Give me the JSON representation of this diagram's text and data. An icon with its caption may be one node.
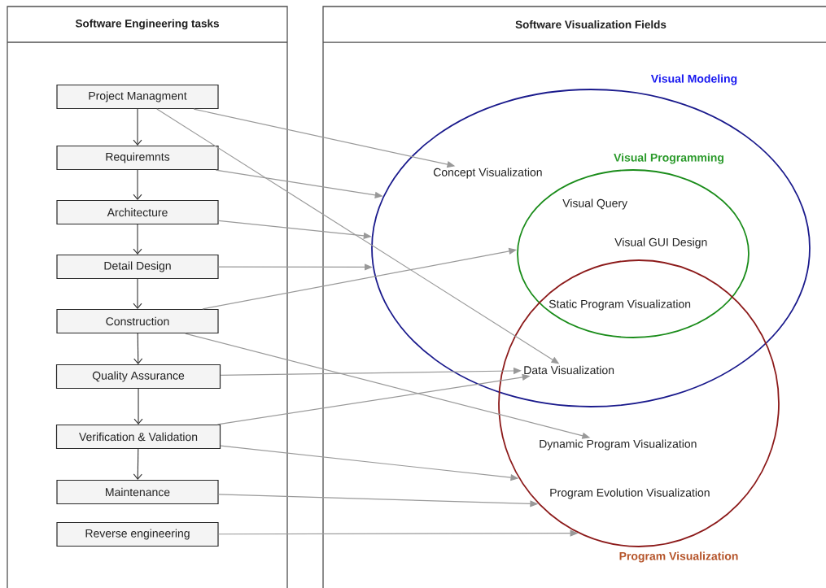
{
  "diagram": {
    "nodes": [
      {
        "text": [
          "Software Engineering tasks"
        ]
      },
      {
        "text": [
          "Software Visualization Fields"
        ]
      },
      {
        "text": [
          "Project Managment"
        ],
        "in": 0
      },
      {
        "text": [
          "Requiremnts"
        ],
        "in": 0
      },
      {
        "text": [
          "Architecture"
        ],
        "in": 0
      },
      {
        "text": [
          "Detail Design"
        ],
        "in": 0
      },
      {
        "text": [
          "Construction"
        ],
        "in": 0
      },
      {
        "text": [
          "Quality Assurance"
        ],
        "in": 0
      },
      {
        "text": [
          "Verification & Validation"
        ],
        "in": 0
      },
      {
        "text": [
          "Maintenance"
        ],
        "in": 0
      },
      {
        "text": [
          "Reverse engineering"
        ],
        "in": 0
      },
      {
        "text": [
          "Visual Modeling"
        ],
        "in": 1
      },
      {
        "text": [
          "Concept Visualization"
        ],
        "in": 11
      },
      {
        "text": [
          "Visual Programming"
        ],
        "in": 11
      },
      {
        "text": [
          "Visual Query"
        ],
        "in": 13
      },
      {
        "text": [
          "Visual GUI Design"
        ],
        "in": 13
      },
      {
        "text": [
          "Static Program Visualization"
        ]
      },
      {
        "text": [
          "Program Visualization"
        ],
        "in": 1
      },
      {
        "text": [
          "Data Visualization"
        ]
      },
      {
        "text": [
          "Dynamic Program Visualization"
        ],
        "in": 17
      },
      {
        "text": [
          "Program Evolution Visualization"
        ],
        "in": 17
      }
    ],
    "edges": [
      {
        "from": 2,
        "to": 3,
        "arrow": "to",
        "color": "#333333"
      },
      {
        "from": 3,
        "to": 4,
        "arrow": "to",
        "color": "#333333"
      },
      {
        "from": 4,
        "to": 5,
        "arrow": "to",
        "color": "#333333"
      },
      {
        "from": 5,
        "to": 6,
        "arrow": "to",
        "color": "#333333"
      },
      {
        "from": 6,
        "to": 7,
        "arrow": "to",
        "color": "#333333"
      },
      {
        "from": 7,
        "to": 8,
        "arrow": "to",
        "color": "#333333"
      },
      {
        "from": 8,
        "to": 9,
        "arrow": "to",
        "color": "#333333"
      },
      {
        "from": 2,
        "to": 12,
        "arrow": "to"
      },
      {
        "from": 2,
        "to": 18,
        "arrow": "to"
      },
      {
        "from": 3,
        "to": 11,
        "arrow": "to"
      },
      {
        "from": 4,
        "to": 11,
        "arrow": "to"
      },
      {
        "from": 5,
        "to": 11,
        "arrow": "to"
      },
      {
        "from": 6,
        "to": 13,
        "arrow": "to"
      },
      {
        "from": 6,
        "to": 19,
        "arrow": "to"
      },
      {
        "from": 7,
        "to": 18,
        "arrow": "to"
      },
      {
        "from": 8,
        "to": 18,
        "arrow": "to"
      },
      {
        "from": 8,
        "to": 17,
        "arrow": "to"
      },
      {
        "from": 9,
        "to": 17,
        "arrow": "to"
      },
      {
        "from": 10,
        "to": 17,
        "arrow": "to"
      }
    ]
  }
}
